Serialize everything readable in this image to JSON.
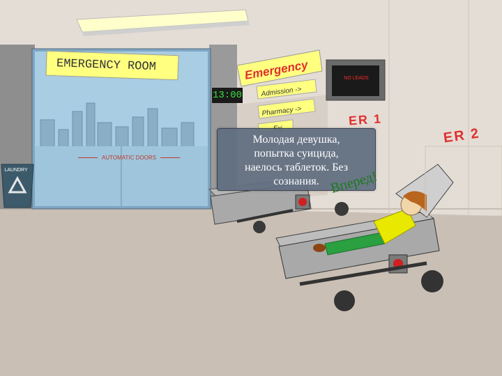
{
  "signs": {
    "window": "EMERGENCY ROOM",
    "hallway": "Emergency",
    "admission": "Admission ->",
    "pharmacy": "Pharmacy ->",
    "exit_partial": "Exi",
    "doors": "AUTOMATIC DOORS",
    "laundry": "LAUNDRY",
    "clock": "13:00",
    "monitor": "NO LEADS",
    "er1": "ER 1",
    "er2": "ER 2"
  },
  "dialog": {
    "text": "Молодая девушка,\nпопытка суицида,\nнаелось таблеток. Без\nсознания.",
    "forward": "Вперед!"
  },
  "colors": {
    "wall": "#e4ddd5",
    "floor": "#c9bfb5",
    "sign_yellow": "#ffff80",
    "sign_red": "#e03030",
    "dialog_bg": "#606e80",
    "forward_green": "#1a7a1a",
    "stretcher_gray": "#a9a9a9",
    "patient_shirt": "#e8e800",
    "patient_pants": "#2aa040",
    "patient_hair": "#b9651e"
  }
}
